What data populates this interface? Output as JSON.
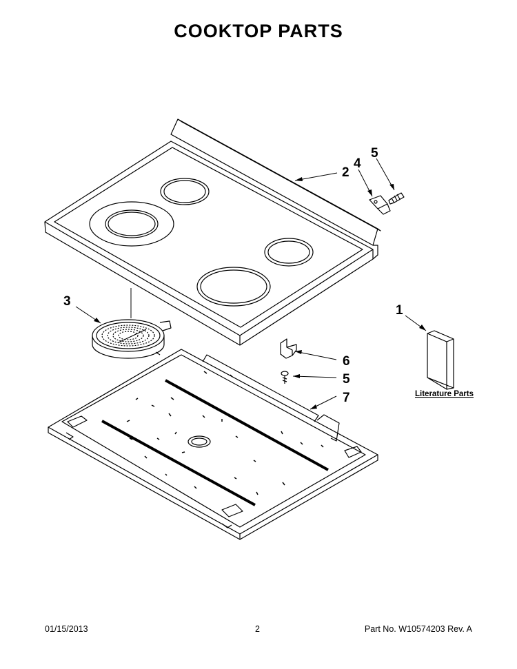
{
  "title": "COOKTOP PARTS",
  "callouts": {
    "literature_parts": "1",
    "cooktop_main": "2",
    "element_loose": "3",
    "bracket": "4",
    "screw_top": "5",
    "clip": "6",
    "screw_bottom": "5",
    "support_frame": "7"
  },
  "literature_label": "Literature Parts",
  "footer": {
    "date": "01/15/2013",
    "page": "2",
    "part_no": "Part No.  W10574203  Rev.  A"
  }
}
